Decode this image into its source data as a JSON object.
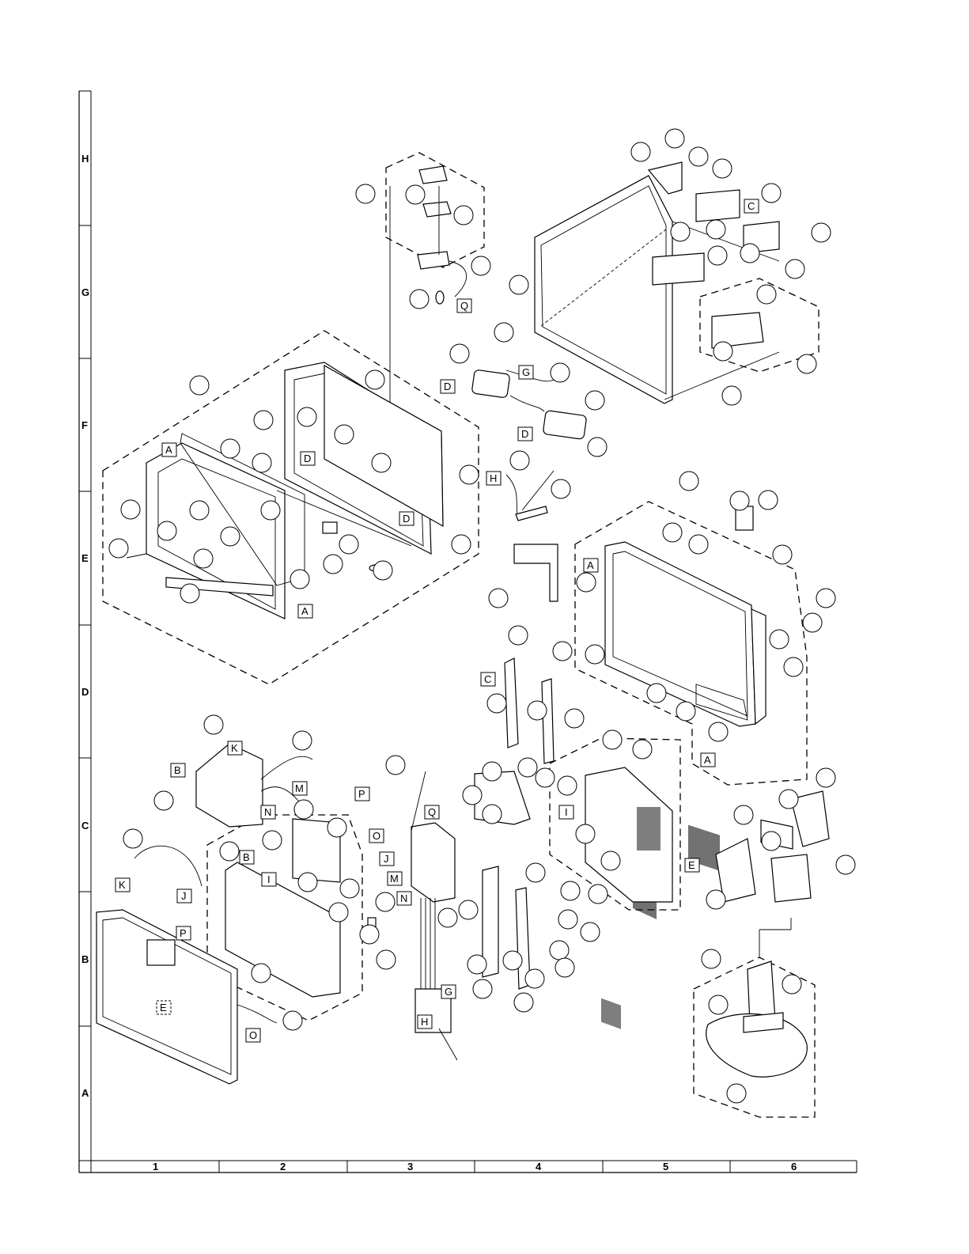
{
  "grid": {
    "rows": [
      "H",
      "G",
      "F",
      "E",
      "D",
      "C",
      "B",
      "A"
    ],
    "columns": [
      "1",
      "2",
      "3",
      "4",
      "5",
      "6"
    ]
  },
  "connector_labels": {
    "A": "A",
    "B": "B",
    "C": "C",
    "D": "D",
    "E": "E",
    "G": "G",
    "H": "H",
    "I": "I",
    "J": "J",
    "K": "K",
    "M": "M",
    "N": "N",
    "O": "O",
    "P": "P",
    "Q": "Q"
  }
}
